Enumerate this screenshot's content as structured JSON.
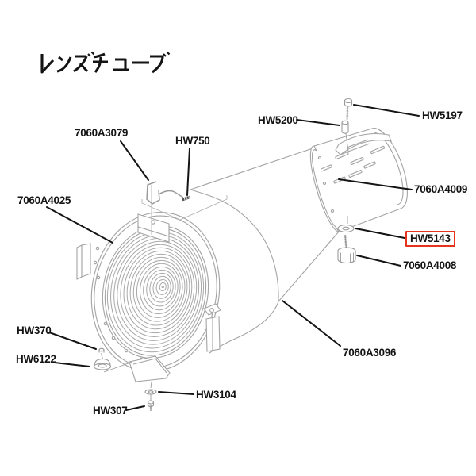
{
  "title": "レンズチューブ",
  "diagram": {
    "description": "lens tube exploded parts diagram",
    "background_color": "#ffffff",
    "line_color": "#a3a3a3",
    "leader_color": "#141414",
    "highlight_color": "#e8331c",
    "highlighted_part": "HW5143",
    "labels": [
      {
        "text": "7060A3079",
        "highlighted": false
      },
      {
        "text": "HW750",
        "highlighted": false
      },
      {
        "text": "7060A4025",
        "highlighted": false
      },
      {
        "text": "HW5200",
        "highlighted": false
      },
      {
        "text": "HW5197",
        "highlighted": false
      },
      {
        "text": "7060A4009",
        "highlighted": false
      },
      {
        "text": "HW5143",
        "highlighted": true
      },
      {
        "text": "7060A4008",
        "highlighted": false
      },
      {
        "text": "7060A3096",
        "highlighted": false
      },
      {
        "text": "HW370",
        "highlighted": false
      },
      {
        "text": "HW6122",
        "highlighted": false
      },
      {
        "text": "HW3104",
        "highlighted": false
      },
      {
        "text": "HW307",
        "highlighted": false
      }
    ]
  }
}
